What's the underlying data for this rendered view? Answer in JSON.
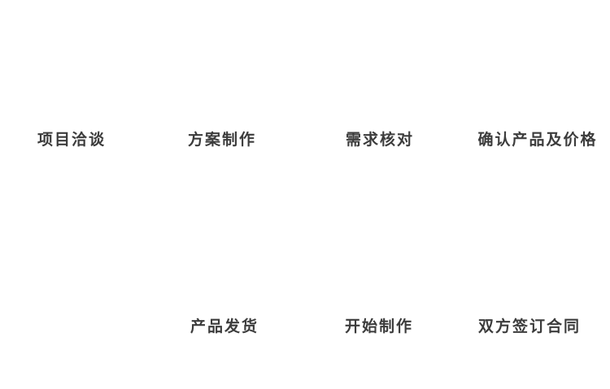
{
  "diagram": {
    "type": "process-flow",
    "background_color": "#ffffff",
    "text_color": "#3c3c3c",
    "top_row_steps": [
      {
        "label": "项目洽谈"
      },
      {
        "label": "方案制作"
      },
      {
        "label": "需求核对"
      },
      {
        "label": "确认产品及价格"
      }
    ],
    "bottom_row_steps": [
      {
        "label": "产品发货"
      },
      {
        "label": "开始制作"
      },
      {
        "label": "双方签订合同"
      }
    ]
  }
}
